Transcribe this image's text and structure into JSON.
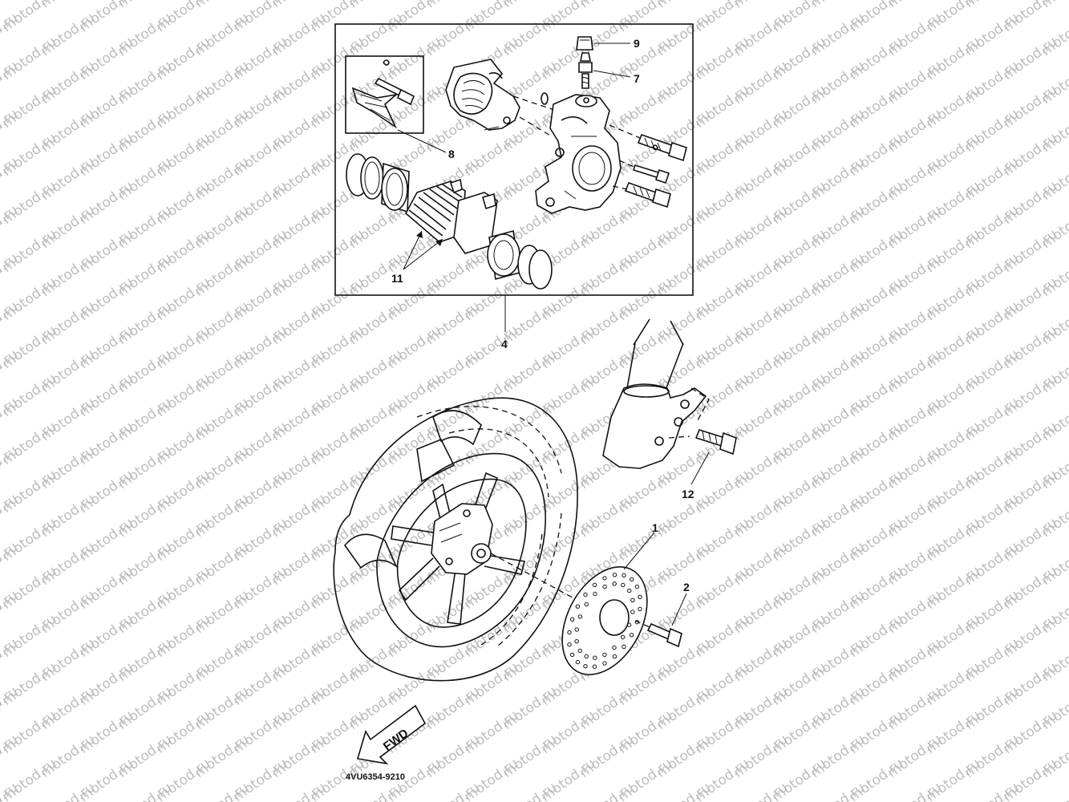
{
  "watermark": {
    "text": "motod.ru",
    "color": "#bdbdbd"
  },
  "callouts": {
    "c1": "1",
    "c2": "2",
    "c4": "4",
    "c7": "7",
    "c8": "8",
    "c9": "9",
    "c11": "11",
    "c12": "12"
  },
  "direction_arrow": {
    "label": "FWD"
  },
  "diagram_code": "4VU6354-9210"
}
